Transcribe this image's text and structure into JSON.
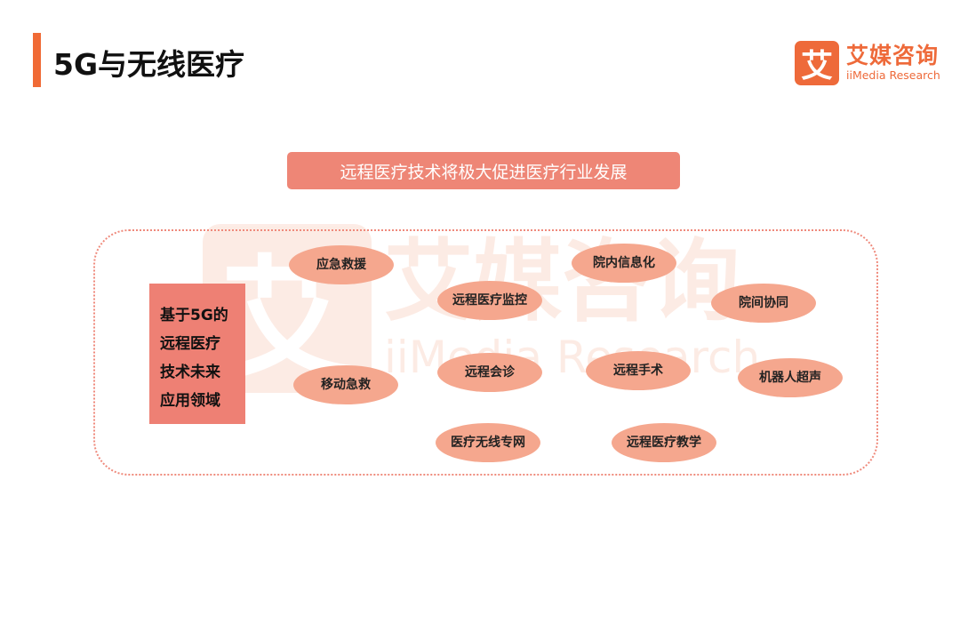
{
  "header": {
    "title": "5G与无线医疗"
  },
  "logo": {
    "mark": "艾",
    "name_cn": "艾媒咨询",
    "name_en": "iiMedia Research"
  },
  "watermark": {
    "mark": "艾",
    "name_cn": "艾媒咨询",
    "name_en": "iiMedia Research"
  },
  "banner": "远程医疗技术将极大促进医疗行业发展",
  "left_box": {
    "lines": [
      "基于5G的",
      "远程医疗",
      "技术未来",
      "应用领域"
    ]
  },
  "applications": [
    "应急救援",
    "院内信息化",
    "远程医疗监控",
    "院间协同",
    "移动急救",
    "远程会诊",
    "远程手术",
    "机器人超声",
    "医疗无线专网",
    "远程医疗教学"
  ],
  "colors": {
    "accent": "#f06a35",
    "banner": "#ee8676",
    "ellipse": "#f5a78e",
    "left_box": "#ee8074"
  }
}
